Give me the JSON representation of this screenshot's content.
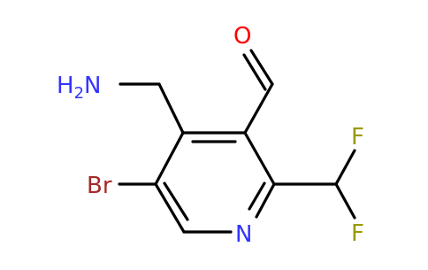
{
  "molecule": {
    "atoms": {
      "amine_label": "H",
      "amine_sub": "2",
      "amine_tail": "N",
      "oxygen_label": "O",
      "bromine_label": "Br",
      "nitrogen_label": "N",
      "fluorine_top_label": "F",
      "fluorine_bottom_label": "F"
    },
    "colors": {
      "bond": "#000000",
      "nitrogen": "#3333ff",
      "oxygen": "#ff0000",
      "bromine": "#a52a2a",
      "fluorine": "#999900"
    }
  }
}
